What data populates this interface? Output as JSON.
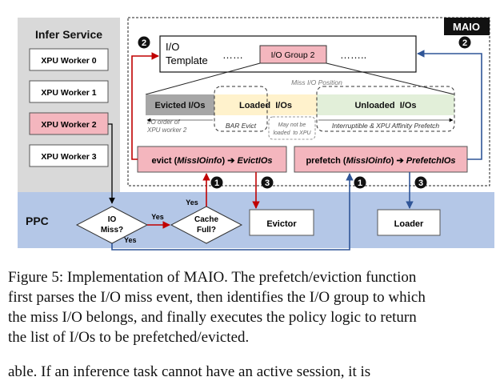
{
  "diagram": {
    "infer_service": {
      "title": "Infer Service",
      "workers": [
        "XPU Worker 0",
        "XPU Worker 1",
        "XPU Worker 2",
        "XPU Worker 3"
      ]
    },
    "maio": {
      "label": "MAIO",
      "template_label_line1": "I/O",
      "template_label_line2": "Template",
      "dots_left": "……",
      "group_label": "I/O Group 2",
      "dots_right": "……..",
      "miss_position": "Miss I/O Position",
      "evicted": "Evicted I/Os",
      "loaded": "Loaded  I/Os",
      "unloaded": "Unloaded  I/Os",
      "io_order_line1": "I/O order of",
      "io_order_line2": "XPU worker 2",
      "bar_evict": "BAR Evict",
      "may_not_line1": "May not be",
      "may_not_line2": "loaded  to XPU",
      "interruptible": "Interruptible & XPU Affinity Prefetch",
      "evict_func": {
        "pre": "evict (",
        "arg": "MissIOinfo",
        "post": ") ➔ ",
        "ret": "EvictIOs"
      },
      "prefetch_func": {
        "pre": "prefetch (",
        "arg": "MissIOinfo",
        "post": ") ➔ ",
        "ret": "PrefetchIOs"
      }
    },
    "ppc": {
      "label": "PPC",
      "io_miss_line1": "IO",
      "io_miss_line2": "Miss?",
      "cache_full_line1": "Cache",
      "cache_full_line2": "Full?",
      "yes1": "Yes",
      "yes2": "Yes",
      "yes3": "Yes",
      "evictor": "Evictor",
      "loader": "Loader"
    },
    "badges": [
      "2",
      "2",
      "1",
      "3",
      "1",
      "3"
    ],
    "colors": {
      "gray_panel": "#d9d9d9",
      "ppc_panel": "#b4c7e7",
      "pink": "#f4b6be",
      "evicted_gray": "#a6a6a6",
      "loaded_yellow": "#fff2cc",
      "unloaded_green": "#e2efd9",
      "red_arrow": "#c00000",
      "blue_arrow": "#2f5597"
    }
  },
  "caption": {
    "line1": "Figure 5: Implementation of MAIO. The prefetch/eviction function",
    "line2": "first parses the I/O miss event, then identifies the I/O group to which",
    "line3": "the miss I/O belongs, and finally executes the policy logic to return",
    "line4": "the list of I/Os to be prefetched/evicted."
  },
  "fragment": "able. If an inference task cannot have an active session, it is"
}
